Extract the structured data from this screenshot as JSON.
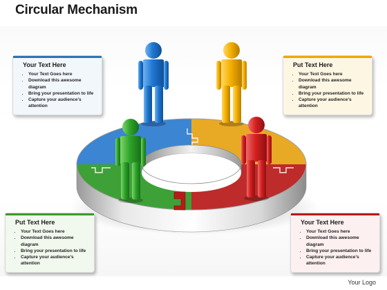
{
  "title": "Circular Mechanism",
  "logo_text": "Your Logo",
  "boxes": [
    {
      "heading": "Your Text Here",
      "accent": "#2e74b5",
      "fill": "#f2f7fc",
      "items": [
        "Your Text Goes here",
        "Download this awesome diagram",
        "Bring your presentation to life",
        "Capture your audience's attention"
      ]
    },
    {
      "heading": "Put Text Here",
      "accent": "#f0a800",
      "fill": "#fdf6e3",
      "items": [
        "Your Text Goes here",
        "Download this awesome diagram",
        "Bring your presentation to life",
        "Capture your audience's attention"
      ]
    },
    {
      "heading": "Put Text Here",
      "accent": "#3a9a2a",
      "fill": "#f1f8ee",
      "items": [
        "Your Text Goes here",
        "Download this awesome diagram",
        "Bring your presentation to life",
        "Capture your audience's attention"
      ]
    },
    {
      "heading": "Your Text Here",
      "accent": "#b81818",
      "fill": "#fcf0f0",
      "items": [
        "Your Text Goes here",
        "Download this awesome diagram",
        "Bring your presentation to life",
        "Capture your audience's attention"
      ]
    }
  ],
  "figures": [
    {
      "id": "blue",
      "color": "#1f78d1",
      "dark": "#0f4f98",
      "light": "#6fb4f2"
    },
    {
      "id": "yellow",
      "color": "#f5b000",
      "dark": "#b67d00",
      "light": "#ffd766"
    },
    {
      "id": "green",
      "color": "#2fa52a",
      "dark": "#17701a",
      "light": "#7fd46a"
    },
    {
      "id": "red",
      "color": "#d42020",
      "dark": "#8f1010",
      "light": "#f06a6a"
    }
  ],
  "ring_colors": {
    "blue": "#2b7bd0",
    "yellow": "#e6a312",
    "green": "#2e9a26",
    "red": "#b81a1a",
    "rim": "#c9c9c9"
  }
}
